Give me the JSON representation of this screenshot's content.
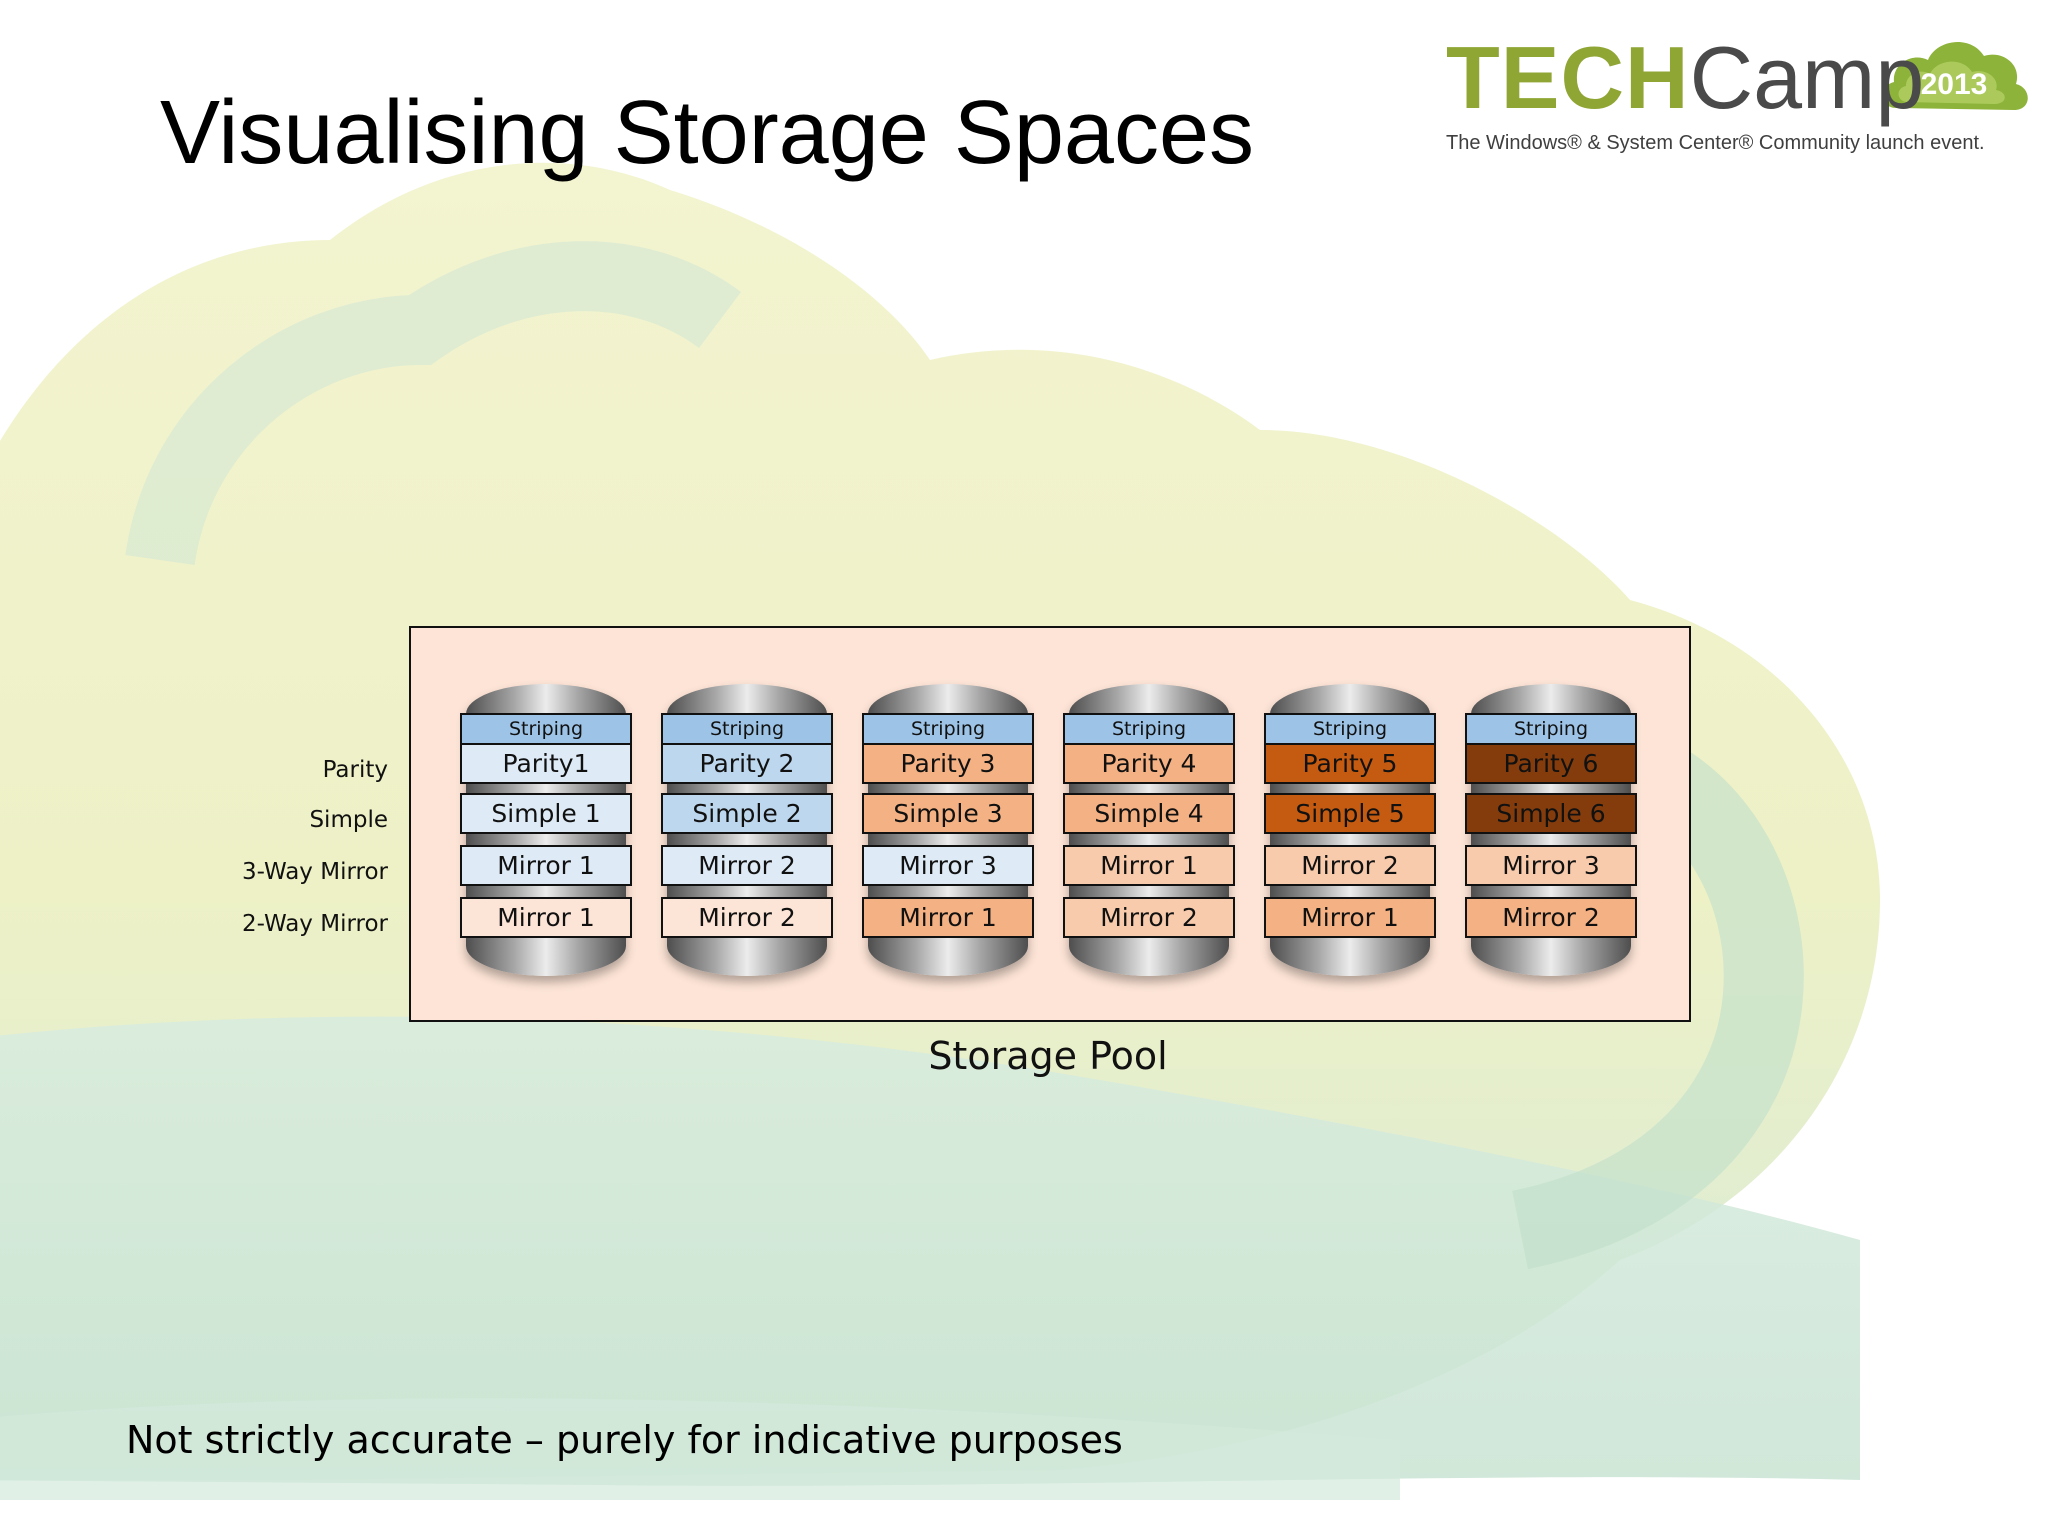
{
  "slide": {
    "title": "Visualising Storage Spaces",
    "footnote": "Not strictly accurate – purely for indicative purposes"
  },
  "logo": {
    "tech": "TECH",
    "camp": "Camp",
    "year": "2013",
    "tagline": "The Windows® & System Center® Community launch event."
  },
  "row_labels": [
    "Parity",
    "Simple",
    "3-Way Mirror",
    "2-Way Mirror"
  ],
  "pool_caption": "Storage Pool",
  "disks": [
    {
      "striping": "Striping",
      "parity": "Parity1",
      "simple": "Simple 1",
      "mirror3": "Mirror 1",
      "mirror2": "Mirror 1",
      "colors": {
        "striping": "#9dc3e6",
        "parity": "#deebf7",
        "simple": "#deebf7",
        "mirror3": "#deebf7",
        "mirror2": "#fce4d6"
      }
    },
    {
      "striping": "Striping",
      "parity": "Parity 2",
      "simple": "Simple 2",
      "mirror3": "Mirror 2",
      "mirror2": "Mirror 2",
      "colors": {
        "striping": "#9dc3e6",
        "parity": "#bdd7ee",
        "simple": "#bdd7ee",
        "mirror3": "#deebf7",
        "mirror2": "#fce4d6"
      }
    },
    {
      "striping": "Striping",
      "parity": "Parity 3",
      "simple": "Simple 3",
      "mirror3": "Mirror 3",
      "mirror2": "Mirror 1",
      "colors": {
        "striping": "#9dc3e6",
        "parity": "#f4b183",
        "simple": "#f4b183",
        "mirror3": "#deebf7",
        "mirror2": "#f4b183"
      }
    },
    {
      "striping": "Striping",
      "parity": "Parity 4",
      "simple": "Simple 4",
      "mirror3": "Mirror 1",
      "mirror2": "Mirror 2",
      "colors": {
        "striping": "#9dc3e6",
        "parity": "#f4b183",
        "simple": "#f4b183",
        "mirror3": "#f8cbad",
        "mirror2": "#f8cbad"
      }
    },
    {
      "striping": "Striping",
      "parity": "Parity 5",
      "simple": "Simple 5",
      "mirror3": "Mirror 2",
      "mirror2": "Mirror 1",
      "colors": {
        "striping": "#9dc3e6",
        "parity": "#c55a11",
        "simple": "#c55a11",
        "mirror3": "#f8cbad",
        "mirror2": "#f4b183"
      }
    },
    {
      "striping": "Striping",
      "parity": "Parity 6",
      "simple": "Simple 6",
      "mirror3": "Mirror 3",
      "mirror2": "Mirror 2",
      "colors": {
        "striping": "#9dc3e6",
        "parity": "#843c0c",
        "simple": "#843c0c",
        "mirror3": "#f8cbad",
        "mirror2": "#f4b183"
      }
    }
  ]
}
